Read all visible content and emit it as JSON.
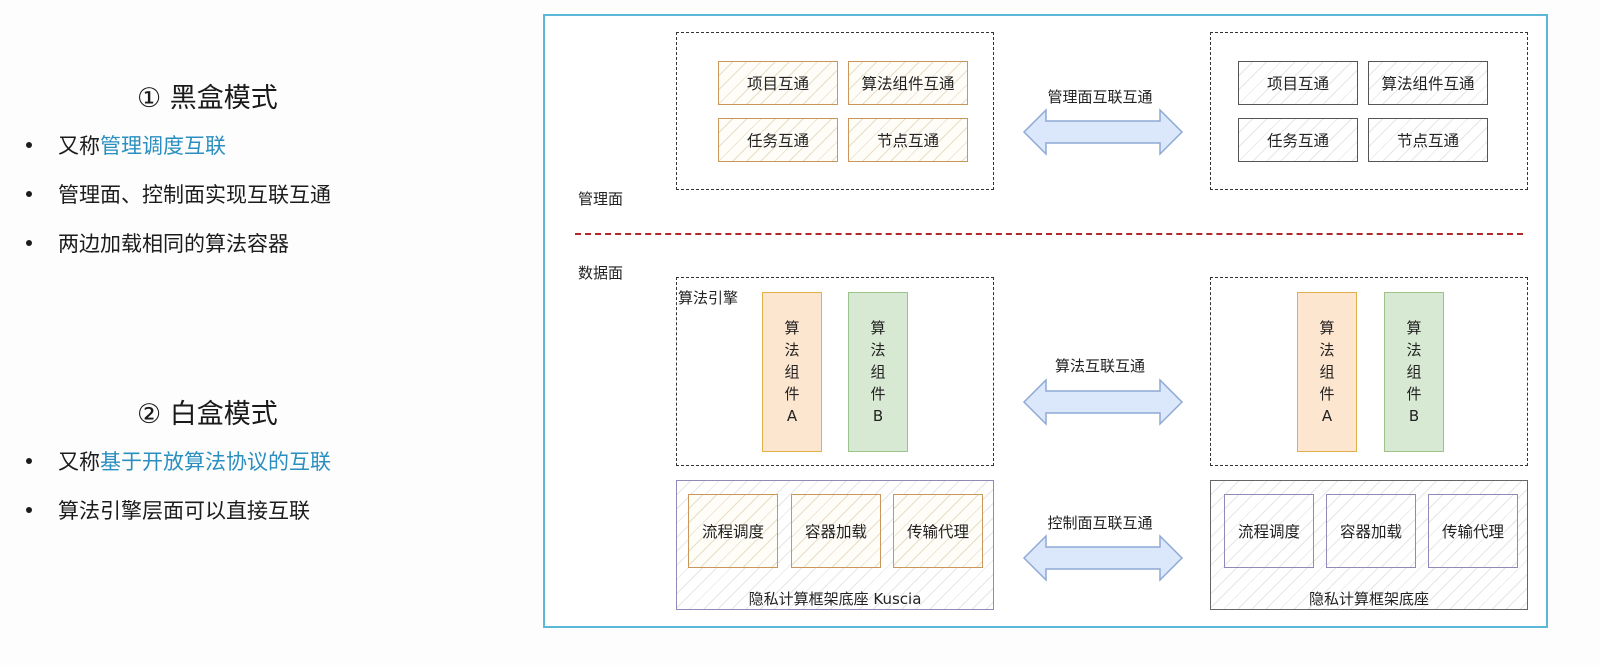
{
  "left_panel": {
    "sections": [
      {
        "title": "① 黑盒模式",
        "bullets": [
          {
            "prefix": "又称",
            "highlight": "管理调度互联",
            "suffix": ""
          },
          {
            "prefix": "管理面、控制面实现互联互通",
            "highlight": "",
            "suffix": ""
          },
          {
            "prefix": "两边加载相同的算法容器",
            "highlight": "",
            "suffix": ""
          }
        ]
      },
      {
        "title": "② 白盒模式",
        "bullets": [
          {
            "prefix": "又称",
            "highlight": "基于开放算法协议的互联",
            "suffix": ""
          },
          {
            "prefix": "算法引擎层面可以直接互联",
            "highlight": "",
            "suffix": ""
          }
        ]
      }
    ]
  },
  "diagram": {
    "colors": {
      "frame_border": "#5bb8d8",
      "highlight_text": "#2a8fc0",
      "divider": "#b0282a",
      "component_a_fill": "#fde6cf",
      "component_b_fill": "#d7e9d3",
      "arrow_fill": "#dbe8fb",
      "arrow_stroke": "#8ea9d6"
    },
    "management_plane_label": "管理面",
    "data_plane_label": "数据面",
    "management": {
      "left_cells": [
        "项目互通",
        "算法组件互通",
        "任务互通",
        "节点互通"
      ],
      "right_cells": [
        "项目互通",
        "算法组件互通",
        "任务互通",
        "节点互通"
      ],
      "arrow_label": "管理面互联互通"
    },
    "algorithm": {
      "engine_label": "算法引擎",
      "left_components": [
        {
          "chars": [
            "算",
            "法",
            "组",
            "件",
            "A"
          ]
        },
        {
          "chars": [
            "算",
            "法",
            "组",
            "件",
            "B"
          ]
        }
      ],
      "right_components": [
        {
          "chars": [
            "算",
            "法",
            "组",
            "件",
            "A"
          ]
        },
        {
          "chars": [
            "算",
            "法",
            "组",
            "件",
            "B"
          ]
        }
      ],
      "arrow_label": "算法互联互通"
    },
    "control": {
      "left_cells": [
        "流程调度",
        "容器加载",
        "传输代理"
      ],
      "right_cells": [
        "流程调度",
        "容器加载",
        "传输代理"
      ],
      "left_base_label": "隐私计算框架底座 Kuscia",
      "right_base_label": "隐私计算框架底座",
      "arrow_label": "控制面互联互通"
    }
  }
}
